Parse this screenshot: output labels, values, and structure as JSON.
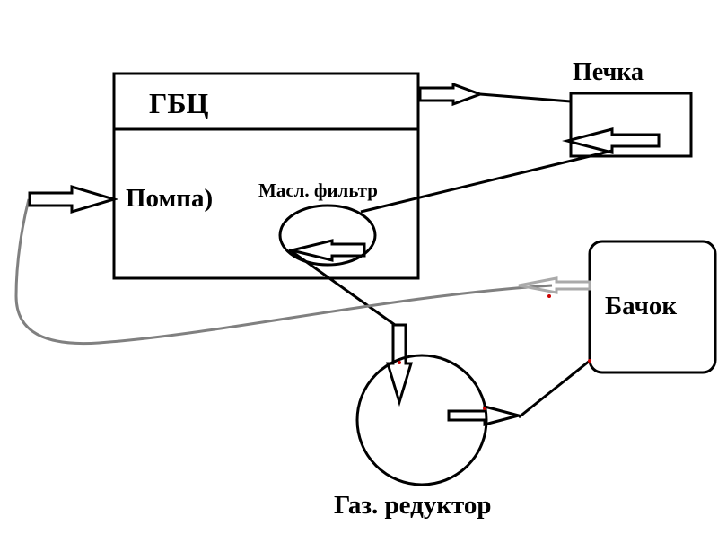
{
  "labels": {
    "gbc": "ГБЦ",
    "pump": "Помпа)",
    "oil_filter": "Масл. фильтр",
    "heater": "Печка",
    "tank": "Бачок",
    "gas_reducer": "Газ. редуктор"
  },
  "colors": {
    "line": "#000000",
    "return_line": "#808080",
    "accent": "#cc0000",
    "background": "#ffffff"
  }
}
